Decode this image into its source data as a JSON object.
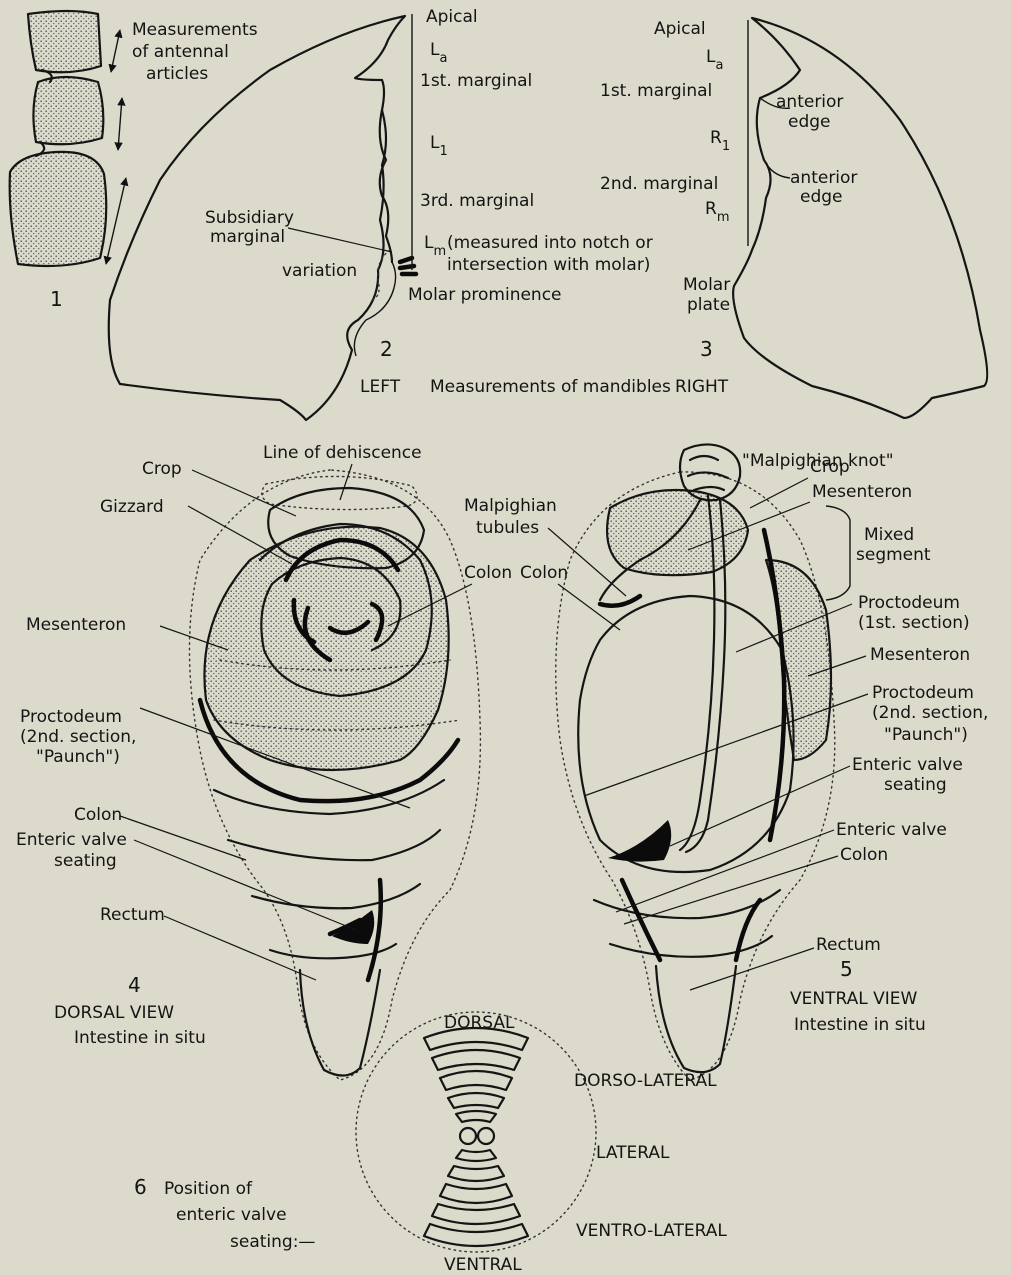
{
  "fig1": {
    "number": "1",
    "caption_line1": "Measurements",
    "caption_line2": "of antennal",
    "caption_line3": "articles"
  },
  "fig2": {
    "number": "2",
    "apical": "Apical",
    "la_main": "L",
    "la_sub": "a",
    "first_marginal": "1st. marginal",
    "l1_main": "L",
    "l1_sub": "1",
    "third_marginal": "3rd. marginal",
    "subsidiary_line1": "Subsidiary",
    "subsidiary_line2": "marginal",
    "lm_main": "L",
    "lm_sub": "m",
    "lm_note_line1": "(measured into notch or",
    "lm_note_line2": "intersection with molar)",
    "variation": "variation",
    "molar_prominence": "Molar prominence"
  },
  "fig3": {
    "number": "3",
    "apical": "Apical",
    "la_main": "L",
    "la_sub": "a",
    "first_marginal": "1st. marginal",
    "anterior_edge_1a": "anterior",
    "anterior_edge_1b": "edge",
    "r1_main": "R",
    "r1_sub": "1",
    "second_marginal": "2nd. marginal",
    "anterior_edge_2a": "anterior",
    "anterior_edge_2b": "edge",
    "rm_main": "R",
    "rm_sub": "m",
    "molar_plate_line1": "Molar",
    "molar_plate_line2": "plate"
  },
  "mandible_caption": {
    "left": "LEFT",
    "center": "Measurements of mandibles",
    "right": "RIGHT"
  },
  "fig4": {
    "number": "4",
    "view": "DORSAL  VIEW",
    "sub": "Intestine  in  situ",
    "line_of_dehiscence": "Line of dehiscence",
    "crop": "Crop",
    "gizzard": "Gizzard",
    "colon_upper": "Colon",
    "mesenteron": "Mesenteron",
    "proctodeum_line1": "Proctodeum",
    "proctodeum_line2": "(2nd. section,",
    "proctodeum_line3": "\"Paunch\")",
    "colon_lower": "Colon",
    "enteric_line1": "Enteric valve",
    "enteric_line2": "seating",
    "rectum": "Rectum"
  },
  "fig5": {
    "number": "5",
    "view": "VENTRAL  VIEW",
    "sub": "Intestine  in  situ",
    "malpighian_knot": "\"Malpighian knot\"",
    "crop": "Crop",
    "mesenteron_top": "Mesenteron",
    "malpighian_line1": "Malpighian",
    "malpighian_line2": "tubules",
    "mixed_line1": "Mixed",
    "mixed_line2": "segment",
    "colon_upper": "Colon",
    "proctodeum1_line1": "Proctodeum",
    "proctodeum1_line2": "(1st. section)",
    "mesenteron_right": "Mesenteron",
    "proctodeum2_line1": "Proctodeum",
    "proctodeum2_line2": "(2nd. section,",
    "proctodeum2_line3": "\"Paunch\")",
    "enteric_seating_line1": "Enteric valve",
    "enteric_seating_line2": "seating",
    "enteric_valve": "Enteric  valve",
    "colon_lower": "Colon",
    "rectum": "Rectum"
  },
  "fig6": {
    "number": "6",
    "caption_line1": "Position  of",
    "caption_line2": "enteric  valve",
    "caption_line3": "seating:—",
    "dorsal": "DORSAL",
    "dorso_lateral": "DORSO-LATERAL",
    "lateral": "LATERAL",
    "ventro_lateral": "VENTRO-LATERAL",
    "ventral": "VENTRAL"
  }
}
